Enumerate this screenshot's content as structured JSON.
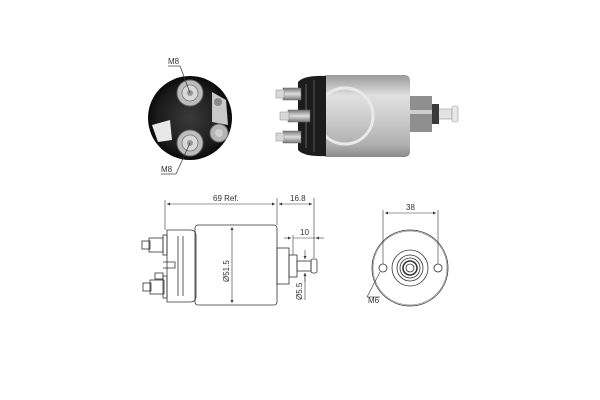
{
  "diagram": {
    "subject": "starter solenoid switch",
    "views": [
      {
        "id": "photo-end-view",
        "kind": "photo",
        "labels": [
          "M8",
          "M8"
        ]
      },
      {
        "id": "photo-side-view",
        "kind": "photo",
        "labels": []
      },
      {
        "id": "drawing-side-view",
        "kind": "technical-drawing",
        "labels": [
          "69 Ref.",
          "16.8",
          "10",
          "Ø51.5",
          "Ø5.5"
        ]
      },
      {
        "id": "drawing-end-view",
        "kind": "technical-drawing",
        "labels": [
          "38",
          "M6"
        ]
      }
    ]
  },
  "photo_end": {
    "thread_top": "M8",
    "thread_bottom": "M8"
  },
  "drawing_side": {
    "length_ref": "69 Ref.",
    "plunger_ext": "16.8",
    "plunger_tip": "10",
    "body_diameter": "Ø51.5",
    "plunger_diameter": "Ø5.5"
  },
  "drawing_end": {
    "hole_spacing": "38",
    "mount_thread": "M6"
  },
  "colors": {
    "line": "#333333",
    "body_silver": "#c8c8c8",
    "cap_black": "#1e1e1e",
    "background": "#ffffff"
  }
}
